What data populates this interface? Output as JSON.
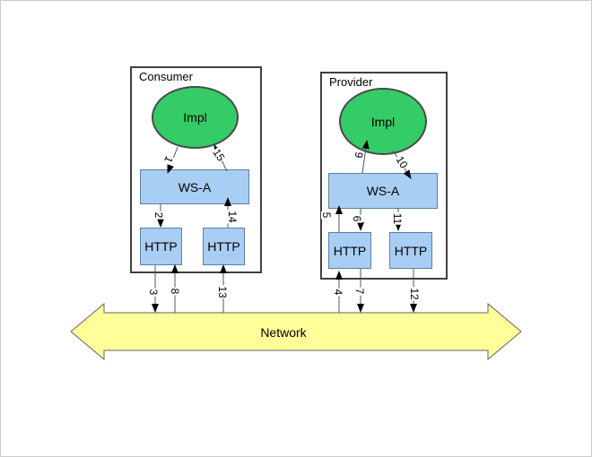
{
  "consumer": {
    "title": "Consumer",
    "impl_label": "Impl",
    "wsa_label": "WS-A",
    "http_left_label": "HTTP",
    "http_right_label": "HTTP"
  },
  "provider": {
    "title": "Provider",
    "impl_label": "Impl",
    "wsa_label": "WS-A",
    "http_left_label": "HTTP",
    "http_right_label": "HTTP"
  },
  "network": {
    "label": "Network"
  },
  "arrows": [
    {
      "label": "1",
      "from": "Consumer Impl",
      "to": "Consumer WS-A"
    },
    {
      "label": "2",
      "from": "Consumer WS-A",
      "to": "Consumer HTTP left"
    },
    {
      "label": "3",
      "from": "Consumer HTTP left",
      "to": "Network"
    },
    {
      "label": "4",
      "from": "Network",
      "to": "Provider HTTP left"
    },
    {
      "label": "5",
      "from": "Provider HTTP left",
      "to": "Provider WS-A"
    },
    {
      "label": "6",
      "from": "Provider WS-A",
      "to": "Provider HTTP left"
    },
    {
      "label": "7",
      "from": "Provider HTTP left",
      "to": "Network"
    },
    {
      "label": "8",
      "from": "Network",
      "to": "Consumer HTTP left"
    },
    {
      "label": "9",
      "from": "Provider WS-A",
      "to": "Provider Impl"
    },
    {
      "label": "10",
      "from": "Provider Impl",
      "to": "Provider WS-A"
    },
    {
      "label": "11",
      "from": "Provider WS-A",
      "to": "Provider HTTP right"
    },
    {
      "label": "12",
      "from": "Provider HTTP right",
      "to": "Network"
    },
    {
      "label": "13",
      "from": "Network",
      "to": "Consumer HTTP right"
    },
    {
      "label": "14",
      "from": "Consumer HTTP right",
      "to": "Consumer WS-A"
    },
    {
      "label": "15",
      "from": "Consumer WS-A",
      "to": "Consumer Impl"
    }
  ],
  "colors": {
    "impl_fill": "#33cc66",
    "component_fill": "#a9cef4",
    "network_fill": "#ffff99",
    "frame_border": "#404040",
    "line": "#555555"
  }
}
